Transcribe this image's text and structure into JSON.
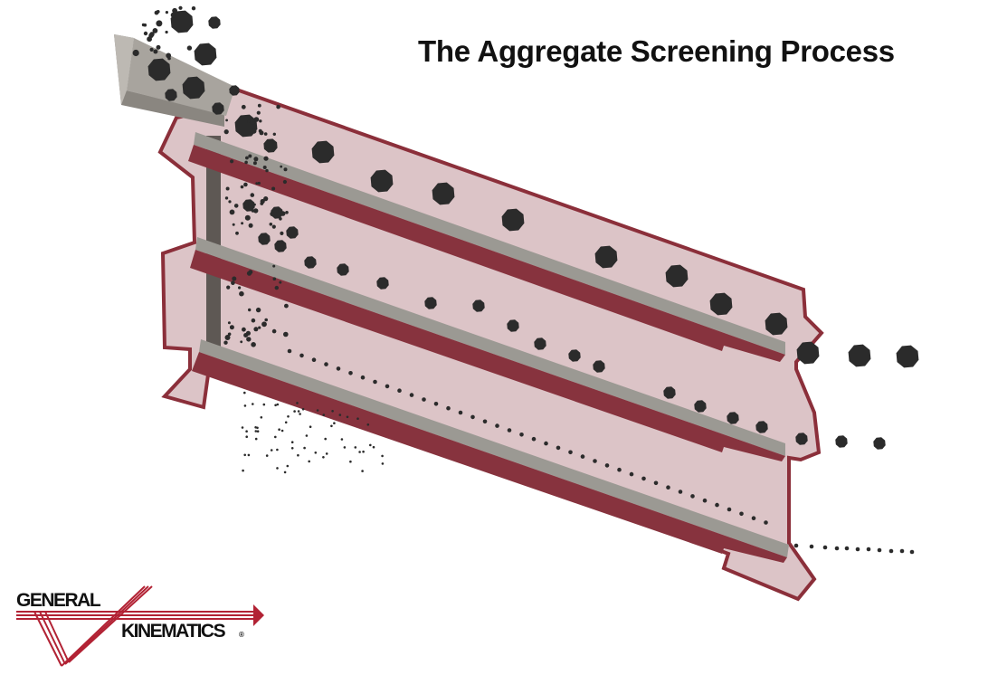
{
  "title": "The Aggregate Screening Process",
  "logo": {
    "line1": "GENERAL",
    "line2": "KINEMATICS",
    "registered": "®"
  },
  "colors": {
    "housing_fill": "#dcc4c7",
    "housing_stroke": "#8b2f3a",
    "deck": "#87333e",
    "deck_top": "#9b9993",
    "chute": "#a8a49e",
    "chute_dark": "#8a8680",
    "wall": "#5e5854",
    "particle": "#2b2b2b",
    "logo_red": "#b22234",
    "logo_black": "#111111"
  },
  "diagram": {
    "components": [
      "feed-chute",
      "screen-housing",
      "top-deck",
      "middle-deck",
      "bottom-deck",
      "back-wall"
    ],
    "outputs": [
      "oversize-coarse",
      "medium",
      "fine",
      "undersize-fines"
    ]
  }
}
